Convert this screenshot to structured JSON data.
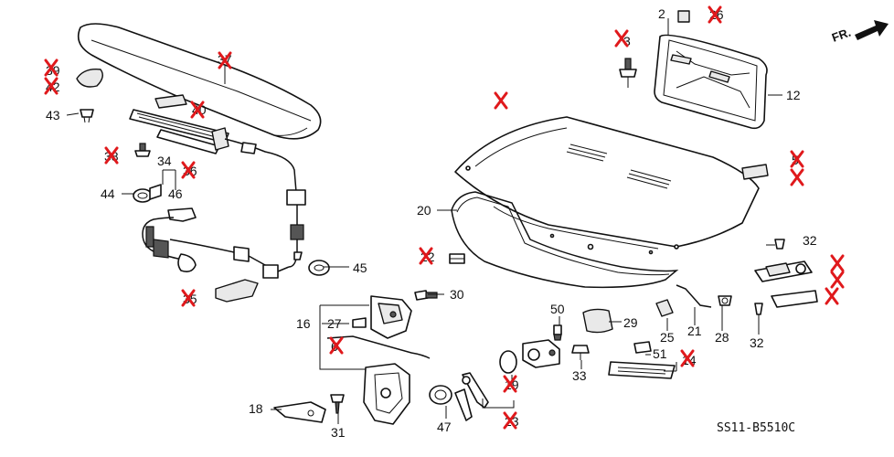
{
  "diagram": {
    "front_arrow_label": "FR.",
    "drawing_code": "SS11-B5510C",
    "callouts": [
      {
        "id": "c2",
        "text": "2"
      },
      {
        "id": "c12",
        "text": "12"
      },
      {
        "id": "c16",
        "text": "16"
      },
      {
        "id": "c18",
        "text": "18"
      },
      {
        "id": "c20",
        "text": "20"
      },
      {
        "id": "c21",
        "text": "21"
      },
      {
        "id": "c25",
        "text": "25"
      },
      {
        "id": "c27",
        "text": "27"
      },
      {
        "id": "c28",
        "text": "28"
      },
      {
        "id": "c29",
        "text": "29"
      },
      {
        "id": "c30",
        "text": "30"
      },
      {
        "id": "c31",
        "text": "31"
      },
      {
        "id": "c32a",
        "text": "32"
      },
      {
        "id": "c32b",
        "text": "32"
      },
      {
        "id": "c33",
        "text": "33"
      },
      {
        "id": "c34",
        "text": "34"
      },
      {
        "id": "c37",
        "text": "37"
      },
      {
        "id": "c43",
        "text": "43"
      },
      {
        "id": "c44",
        "text": "44"
      },
      {
        "id": "c45",
        "text": "45"
      },
      {
        "id": "c46",
        "text": "46"
      },
      {
        "id": "c47",
        "text": "47"
      },
      {
        "id": "c50",
        "text": "50"
      },
      {
        "id": "c51",
        "text": "51"
      },
      {
        "id": "c3",
        "text": "3"
      },
      {
        "id": "c26",
        "text": "26"
      },
      {
        "id": "c39",
        "text": "39"
      },
      {
        "id": "c42",
        "text": "42"
      },
      {
        "id": "c40",
        "text": "40"
      },
      {
        "id": "c36",
        "text": "36"
      },
      {
        "id": "c35",
        "text": "35"
      },
      {
        "id": "c38",
        "text": "38"
      },
      {
        "id": "c22",
        "text": "22"
      },
      {
        "id": "c6",
        "text": "6"
      },
      {
        "id": "c14",
        "text": "14"
      },
      {
        "id": "c19",
        "text": "19"
      },
      {
        "id": "c23",
        "text": "23"
      },
      {
        "id": "c5",
        "text": "5"
      }
    ],
    "removed_marks": [
      {
        "id": "x-trunk-lid"
      },
      {
        "id": "x-3"
      },
      {
        "id": "x-26"
      },
      {
        "id": "x-37"
      },
      {
        "id": "x-39"
      },
      {
        "id": "x-42"
      },
      {
        "id": "x-40"
      },
      {
        "id": "x-38"
      },
      {
        "id": "x-36"
      },
      {
        "id": "x-35"
      },
      {
        "id": "x-22"
      },
      {
        "id": "x-6"
      },
      {
        "id": "x-14"
      },
      {
        "id": "x-19"
      },
      {
        "id": "x-23"
      },
      {
        "id": "x-5"
      },
      {
        "id": "x-1"
      },
      {
        "id": "x-4"
      },
      {
        "id": "x-7"
      },
      {
        "id": "x-9"
      },
      {
        "id": "x-8"
      },
      {
        "id": "x-10"
      }
    ]
  },
  "colors": {
    "line": "#111111",
    "mark": "#e0191c",
    "background": "#ffffff"
  }
}
